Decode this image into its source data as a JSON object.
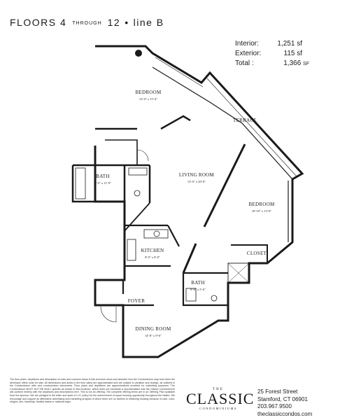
{
  "header": {
    "floors_label": "FLOORS 4",
    "through": "THROUGH",
    "floor_end": "12",
    "separator": "•",
    "line": "line B"
  },
  "area": {
    "interior_label": "Interior:",
    "interior_value": "1,251 sf",
    "exterior_label": "Exterior:",
    "exterior_value": "115 sf",
    "total_label": "Total :",
    "total_value": "1,366",
    "total_unit": "SF"
  },
  "rooms": {
    "bedroom1": {
      "name": "BEDROOM",
      "dims": "12'-0\" x 15'-4\""
    },
    "terrace": {
      "name": "TERRACE"
    },
    "bath1": {
      "name": "BATH",
      "dims": "5'-0\" x 11'-9\""
    },
    "living": {
      "name": "LIVING ROOM",
      "dims": "13'-0\" x 20'-0\""
    },
    "bedroom2": {
      "name": "BEDROOM",
      "dims": "10'-10\" x 13'-0\""
    },
    "closet": {
      "name": "CLOSET"
    },
    "kitchen": {
      "name": "KITCHEN",
      "dims": "8'-0\" x 8'-0\""
    },
    "bath2": {
      "name": "BATH",
      "dims": "8'-0\" x 5'-6\""
    },
    "foyer": {
      "name": "FOYER"
    },
    "dining": {
      "name": "DINING ROOM",
      "dims": "14'-8\" x 9'-6\""
    }
  },
  "disclaimer": "The floor plans, depictions and description of units and common areas in this brochure show and describe how the Condominium may look when the developer offers units for sale. All dimensions and areas in the floor plans are approximated and are subject to variation and change, as outlined in the Condominium offer and condominium documents. Floor plans and depictions are approximations provided for marketing purposes. The Condominium MUST NOT BE BUILT specific as shown in this brochure, which does not constitute a representation that the Classic Condominium will conform entirely with the depictions and descriptions here. This is not an offering. The complete offering terms are in an Offering Plan available from the sponsor. We are pledged to the letter and spirit of U.S. policy for the achievement of equal housing opportunity throughout the Nation. We encourage and support an affirmative advertising and marketing program in which there are no barriers to obtaining housing because of race, color, religion, sex, handicap, familial status or national origin.",
  "logo": {
    "the": "THE",
    "name": "CLASSIC",
    "sub": "CONDOMINIUMS"
  },
  "address": {
    "street": "25 Forest Street",
    "city": "Stamford, CT 06901",
    "phone": "203.967.9500",
    "web": "theclassiccondos.com"
  }
}
